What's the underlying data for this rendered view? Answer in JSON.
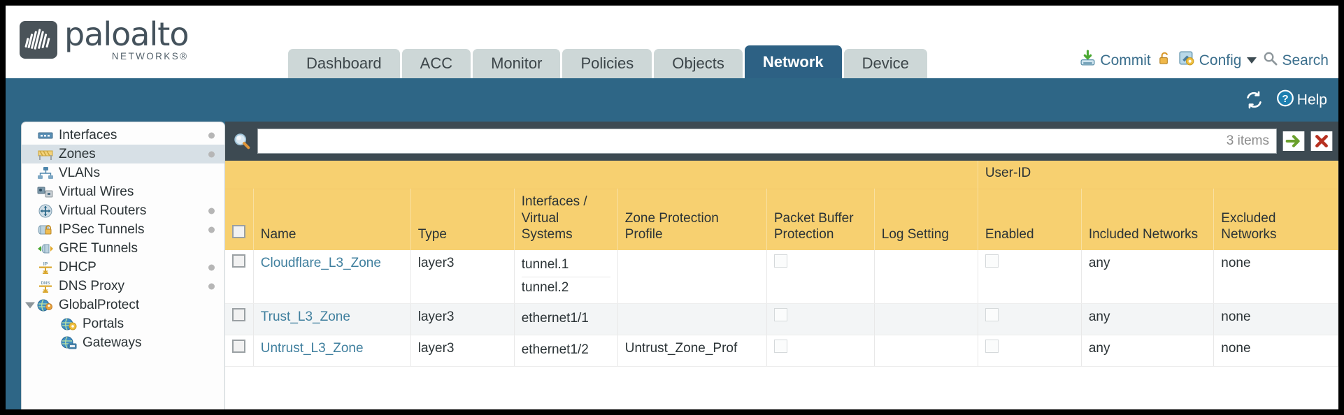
{
  "brand": {
    "name": "paloalto",
    "tagline": "NETWORKS®",
    "logo_icon": "paloalto-logo-icon"
  },
  "nav": {
    "tabs": [
      {
        "label": "Dashboard",
        "active": false
      },
      {
        "label": "ACC",
        "active": false
      },
      {
        "label": "Monitor",
        "active": false
      },
      {
        "label": "Policies",
        "active": false
      },
      {
        "label": "Objects",
        "active": false
      },
      {
        "label": "Network",
        "active": true
      },
      {
        "label": "Device",
        "active": false
      }
    ]
  },
  "header_actions": {
    "commit": "Commit",
    "config": "Config",
    "search": "Search",
    "lock_icon": "lock-icon",
    "commit_icon": "commit-save-icon",
    "config_icon": "config-wrench-icon",
    "search_icon": "magnifier-icon"
  },
  "bluebar": {
    "refresh_icon": "refresh-icon",
    "help_label": "Help",
    "help_icon": "help-question-icon"
  },
  "sidebar": {
    "items": [
      {
        "label": "Interfaces",
        "icon": "interfaces-icon",
        "dot": true,
        "selected": false,
        "indent": false,
        "toggle": false
      },
      {
        "label": "Zones",
        "icon": "zones-icon",
        "dot": true,
        "selected": true,
        "indent": false,
        "toggle": false
      },
      {
        "label": "VLANs",
        "icon": "vlans-icon",
        "dot": false,
        "selected": false,
        "indent": false,
        "toggle": false
      },
      {
        "label": "Virtual Wires",
        "icon": "virtual-wires-icon",
        "dot": false,
        "selected": false,
        "indent": false,
        "toggle": false
      },
      {
        "label": "Virtual Routers",
        "icon": "virtual-routers-icon",
        "dot": true,
        "selected": false,
        "indent": false,
        "toggle": false
      },
      {
        "label": "IPSec Tunnels",
        "icon": "ipsec-tunnels-icon",
        "dot": true,
        "selected": false,
        "indent": false,
        "toggle": false
      },
      {
        "label": "GRE Tunnels",
        "icon": "gre-tunnels-icon",
        "dot": false,
        "selected": false,
        "indent": false,
        "toggle": false
      },
      {
        "label": "DHCP",
        "icon": "dhcp-icon",
        "dot": true,
        "selected": false,
        "indent": false,
        "toggle": false
      },
      {
        "label": "DNS Proxy",
        "icon": "dns-proxy-icon",
        "dot": true,
        "selected": false,
        "indent": false,
        "toggle": false
      },
      {
        "label": "GlobalProtect",
        "icon": "globalprotect-icon",
        "dot": false,
        "selected": false,
        "indent": false,
        "toggle": true
      },
      {
        "label": "Portals",
        "icon": "portals-icon",
        "dot": false,
        "selected": false,
        "indent": true,
        "toggle": false
      },
      {
        "label": "Gateways",
        "icon": "gateways-icon",
        "dot": false,
        "selected": false,
        "indent": true,
        "toggle": false
      }
    ]
  },
  "search": {
    "value": "",
    "placeholder": "",
    "items_count": "3 items",
    "search_icon": "magnifier-icon",
    "apply_icon": "apply-arrow-icon",
    "clear_icon": "clear-x-icon"
  },
  "table": {
    "group_header": "User-ID",
    "columns": [
      "Name",
      "Type",
      "Interfaces / Virtual Systems",
      "Zone Protection Profile",
      "Packet Buffer Protection",
      "Log Setting",
      "Enabled",
      "Included Networks",
      "Excluded Networks"
    ],
    "rows": [
      {
        "name": "Cloudflare_L3_Zone",
        "type": "layer3",
        "interfaces": [
          "tunnel.1",
          "tunnel.2"
        ],
        "zone_protection_profile": "",
        "packet_buffer_protection": false,
        "log_setting": "",
        "userid_enabled": false,
        "included_networks": "any",
        "excluded_networks": "none"
      },
      {
        "name": "Trust_L3_Zone",
        "type": "layer3",
        "interfaces": [
          "ethernet1/1"
        ],
        "zone_protection_profile": "",
        "packet_buffer_protection": false,
        "log_setting": "",
        "userid_enabled": false,
        "included_networks": "any",
        "excluded_networks": "none"
      },
      {
        "name": "Untrust_L3_Zone",
        "type": "layer3",
        "interfaces": [
          "ethernet1/2"
        ],
        "zone_protection_profile": "Untrust_Zone_Prof",
        "packet_buffer_protection": false,
        "log_setting": "",
        "userid_enabled": false,
        "included_networks": "any",
        "excluded_networks": "none"
      }
    ]
  },
  "colors": {
    "brand_blue": "#2e6686",
    "tab_active": "#2d6184",
    "tab_inactive": "#cdd7d7",
    "table_header": "#f7d070",
    "group_header": "#e8b84b",
    "toolbar_dark": "#3d4a52",
    "link": "#3f7f9e"
  }
}
